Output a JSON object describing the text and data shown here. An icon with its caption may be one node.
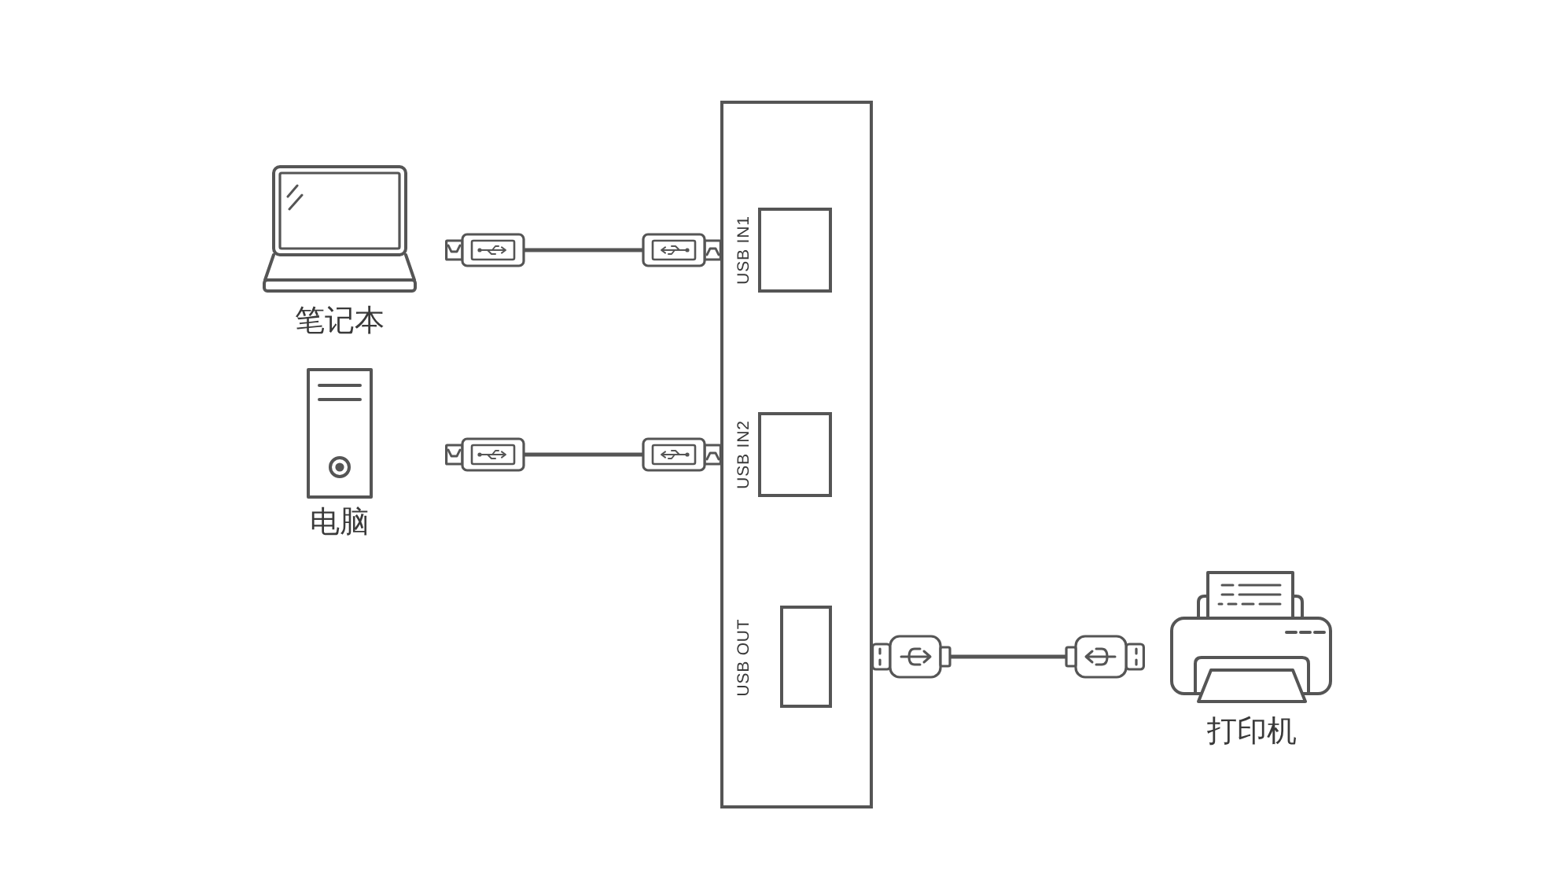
{
  "diagram": {
    "nodes": [
      {
        "text": [
          "笔记本"
        ]
      },
      {
        "text": [
          "电脑"
        ]
      },
      {
        "text": [],
        "shape": "box"
      },
      {
        "text": [
          "USB IN1"
        ],
        "in": 2
      },
      {
        "text": [
          "USB IN2"
        ],
        "in": 2
      },
      {
        "text": [
          "USB OUT"
        ],
        "in": 2
      },
      {
        "text": [
          "打印机"
        ]
      }
    ],
    "edges": [
      {
        "from": 0,
        "to": 3,
        "arrow": "other"
      },
      {
        "from": 1,
        "to": 4,
        "arrow": "other"
      },
      {
        "from": 5,
        "to": 6,
        "arrow": "other"
      }
    ]
  }
}
